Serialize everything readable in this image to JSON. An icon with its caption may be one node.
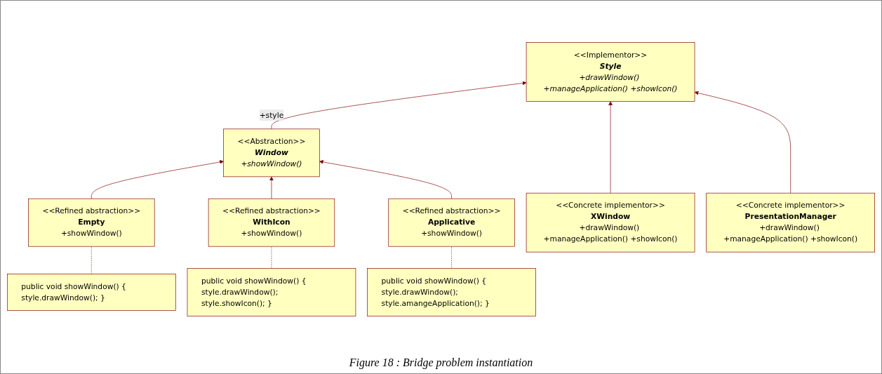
{
  "diagram": {
    "caption": "Figure 18 : Bridge problem instantiation",
    "nodes": [
      {
        "text": [
          "<<Abstraction>>",
          "Window",
          "+showWindow()"
        ]
      },
      {
        "text": [
          "<<Implementor>>",
          "Style",
          "+drawWindow() +manageApplication() +showIcon()"
        ]
      },
      {
        "text": [
          "<<Refined abstraction>>",
          "Empty",
          "+showWindow()"
        ]
      },
      {
        "text": [
          "<<Refined abstraction>>",
          "WithIcon",
          "+showWindow()"
        ]
      },
      {
        "text": [
          "<<Refined abstraction>>",
          "Applicative",
          "+showWindow()"
        ]
      },
      {
        "text": [
          "<<Concrete implementor>>",
          "XWindow",
          "+drawWindow() +manageApplication() +showIcon()"
        ]
      },
      {
        "text": [
          "<<Concrete implementor>>",
          "PresentationManager",
          "+drawWindow() +manageApplication() +showIcon()"
        ]
      },
      {
        "text": [
          "public void showWindow() { style.drawWindow(); }"
        ]
      },
      {
        "text": [
          "public void showWindow() { style.drawWindow(); style.showIcon(); }"
        ]
      },
      {
        "text": [
          "public void showWindow() { style.drawWindow(); style.amangeApplication(); }"
        ]
      }
    ],
    "edges": [
      {
        "from": 0,
        "to": 1,
        "arrow": "to",
        "label": "+style"
      },
      {
        "from": 2,
        "to": 0,
        "arrow": "to"
      },
      {
        "from": 3,
        "to": 0,
        "arrow": "to"
      },
      {
        "from": 4,
        "to": 0,
        "arrow": "to"
      },
      {
        "from": 5,
        "to": 1,
        "arrow": "to"
      },
      {
        "from": 6,
        "to": 1,
        "arrow": "to"
      },
      {
        "from": 2,
        "to": 7,
        "arrow": "none",
        "style": "dashed"
      },
      {
        "from": 3,
        "to": 8,
        "arrow": "none",
        "style": "dashed"
      },
      {
        "from": 4,
        "to": 9,
        "arrow": "none",
        "style": "dashed"
      }
    ]
  }
}
